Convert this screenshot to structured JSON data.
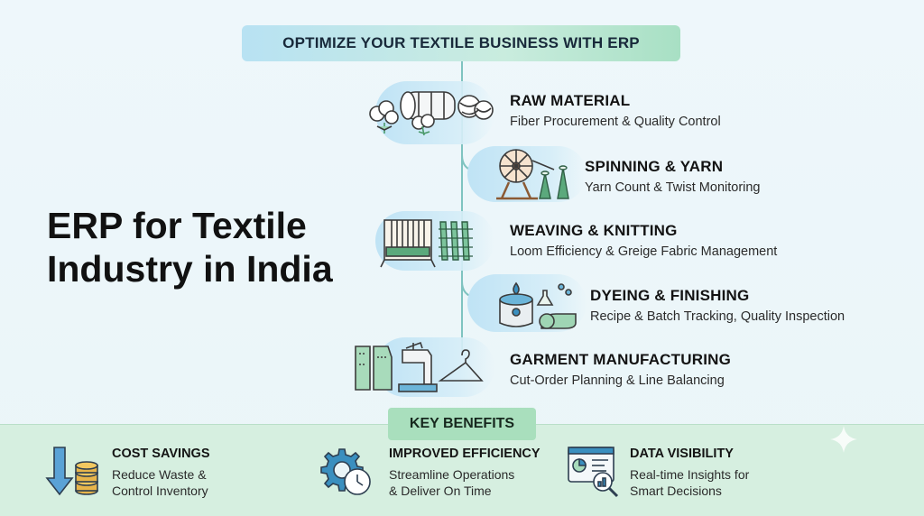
{
  "header": {
    "title": "OPTIMIZE YOUR TEXTILE BUSINESS WITH ERP"
  },
  "main_title": {
    "line1": "ERP for Textile",
    "line2": "Industry in India"
  },
  "steps": [
    {
      "title": "RAW MATERIAL",
      "desc": "Fiber Procurement & Quality Control",
      "icon": "cotton-bale-icon"
    },
    {
      "title": "SPINNING & YARN",
      "desc": "Yarn Count & Twist Monitoring",
      "icon": "spinning-wheel-icon"
    },
    {
      "title": "WEAVING & KNITTING",
      "desc": "Loom Efficiency & Greige Fabric Management",
      "icon": "loom-icon"
    },
    {
      "title": "DYEING & FINISHING",
      "desc": "Recipe & Batch Tracking, Quality Inspection",
      "icon": "dye-vat-icon"
    },
    {
      "title": "GARMENT MANUFACTURING",
      "desc": "Cut-Order Planning & Line Balancing",
      "icon": "sewing-machine-icon"
    }
  ],
  "benefits": {
    "label": "KEY BENEFITS",
    "items": [
      {
        "title": "COST SAVINGS",
        "desc_line1": "Reduce Waste &",
        "desc_line2": "Control Inventory",
        "icon": "coins-down-arrow-icon"
      },
      {
        "title": "IMPROVED EFFICIENCY",
        "desc_line1": "Streamline Operations",
        "desc_line2": "& Deliver On Time",
        "icon": "gear-clock-icon"
      },
      {
        "title": "DATA VISIBILITY",
        "desc_line1": "Real-time Insights for",
        "desc_line2": "Smart Decisions",
        "icon": "dashboard-magnifier-icon"
      }
    ]
  },
  "colors": {
    "background": "#eef7fb",
    "header_gradient_start": "#b8e2f3",
    "header_gradient_end": "#a8e0c4",
    "step_blob": "#c6e6f6",
    "flow_line": "#7fc3c0",
    "benefits_band": "#d6efe0",
    "benefits_pill": "#a9dfbd"
  }
}
